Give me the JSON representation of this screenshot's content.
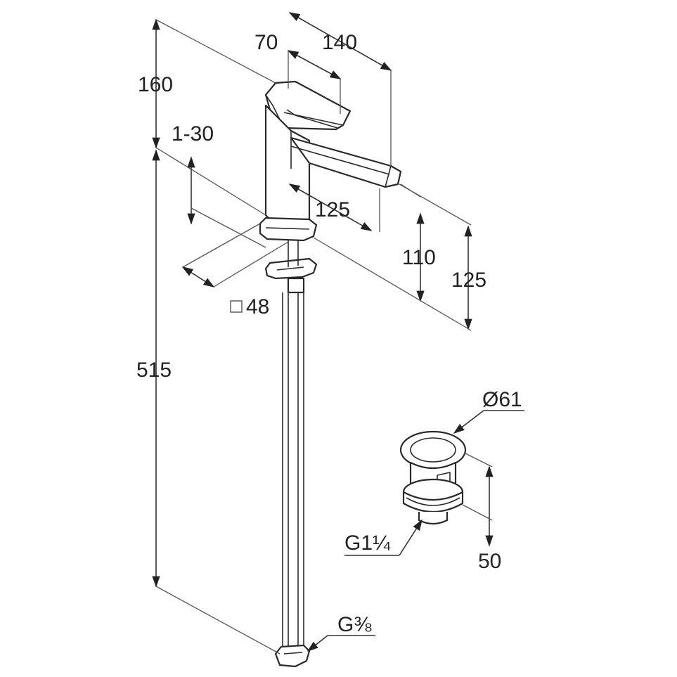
{
  "dimensions": {
    "spout_reach_70": "70",
    "depth_140": "140",
    "handle_height_160": "160",
    "deck_thickness": "1-30",
    "spout_length_125": "125",
    "spout_height_110": "110",
    "height_125": "125",
    "base_square": "48",
    "total_height": "515",
    "waste_diameter": "Ø61",
    "waste_thread": "G1¼",
    "waste_height": "50",
    "supply_thread": "G⅜"
  },
  "symbols": {
    "square": "square-symbol"
  }
}
